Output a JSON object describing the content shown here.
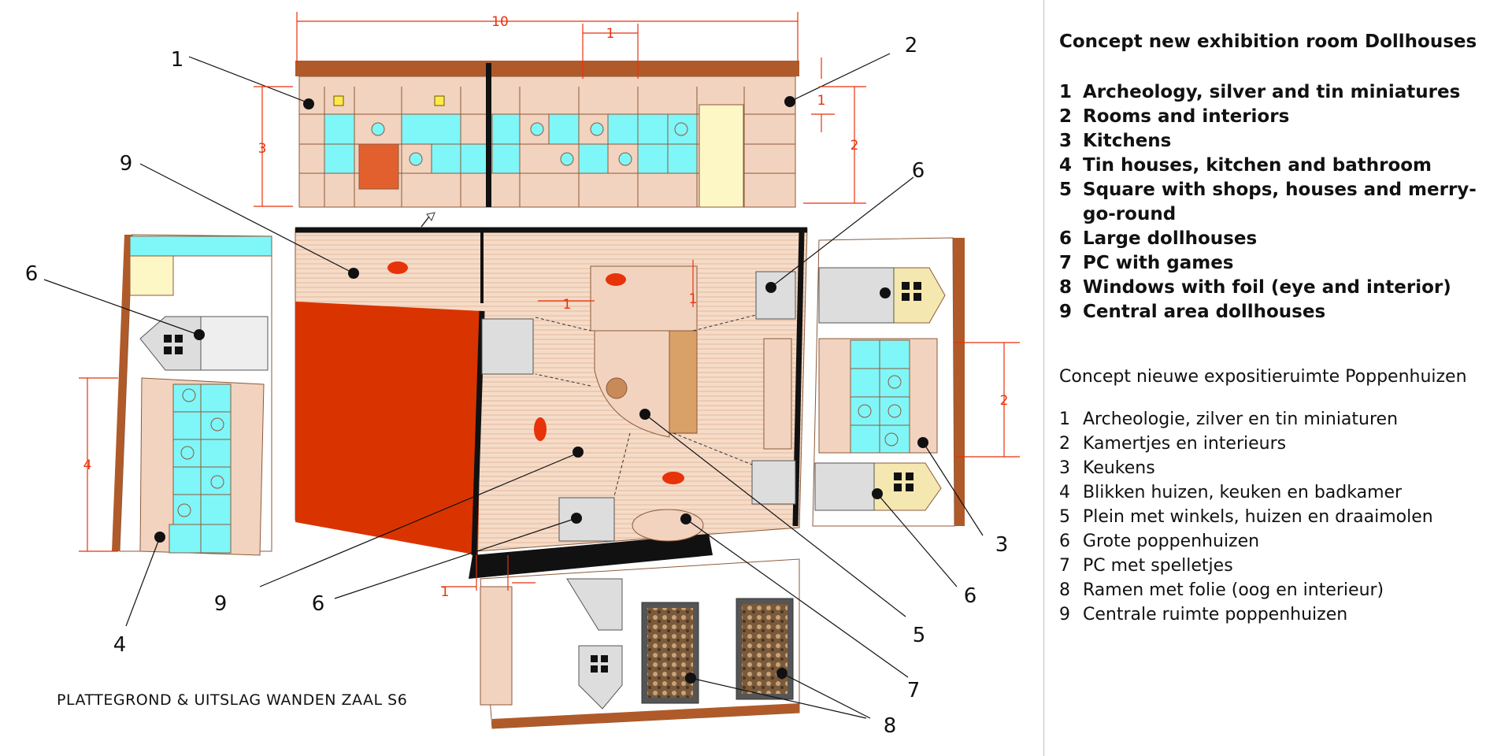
{
  "legend": {
    "title_en": "Concept new exhibition room Dollhouses",
    "items_en": [
      {
        "num": "1",
        "label": "Archeology, silver and tin miniatures"
      },
      {
        "num": "2",
        "label": "Rooms and interiors"
      },
      {
        "num": "3",
        "label": "Kitchens"
      },
      {
        "num": "4",
        "label": "Tin houses, kitchen and bathroom"
      },
      {
        "num": "5",
        "label": "Square with shops, houses and merry-go-round"
      },
      {
        "num": "6",
        "label": "Large dollhouses"
      },
      {
        "num": "7",
        "label": "PC with games"
      },
      {
        "num": "8",
        "label": "Windows with foil (eye and interior)"
      },
      {
        "num": "9",
        "label": "Central area dollhouses"
      }
    ],
    "title_nl": "Concept nieuwe expositieruimte Poppenhuizen",
    "items_nl": [
      {
        "num": "1",
        "label": "Archeologie, zilver en tin miniaturen"
      },
      {
        "num": "2",
        "label": "Kamertjes en interieurs"
      },
      {
        "num": "3",
        "label": "Keukens"
      },
      {
        "num": "4",
        "label": "Blikken huizen, keuken en badkamer"
      },
      {
        "num": "5",
        "label": "Plein  met winkels, huizen en draaimolen"
      },
      {
        "num": "6",
        "label": "Grote poppenhuizen"
      },
      {
        "num": "7",
        "label": "PC met spelletjes"
      },
      {
        "num": "8",
        "label": "Ramen met folie (oog en interieur)"
      },
      {
        "num": "9",
        "label": "Centrale ruimte poppenhuizen"
      }
    ]
  },
  "plan": {
    "caption": "PLATTEGROND & UITSLAG WANDEN ZAAL S6",
    "dimensions": {
      "top_width": "10",
      "top_unit": "1",
      "top_height_left": "3",
      "top_height_right": "2",
      "top_height_small": "1",
      "room_unit_h": "1",
      "room_unit_v": "1",
      "left_height": "4",
      "right_height": "2",
      "bottom_unit": "1"
    },
    "callouts": {
      "c1": "1",
      "c2": "2",
      "c3": "3",
      "c4": "4",
      "c5": "5",
      "c6a": "6",
      "c6b": "6",
      "c6c": "6",
      "c6d": "6",
      "c7": "7",
      "c8": "8",
      "c9a": "9",
      "c9b": "9"
    },
    "colors": {
      "wall": "#b05a2a",
      "panel": "#f2d3bf",
      "cyan": "#7ff6f8",
      "dim": "#e8320a",
      "red": "#d93400",
      "cream": "#fdf7c6"
    }
  }
}
